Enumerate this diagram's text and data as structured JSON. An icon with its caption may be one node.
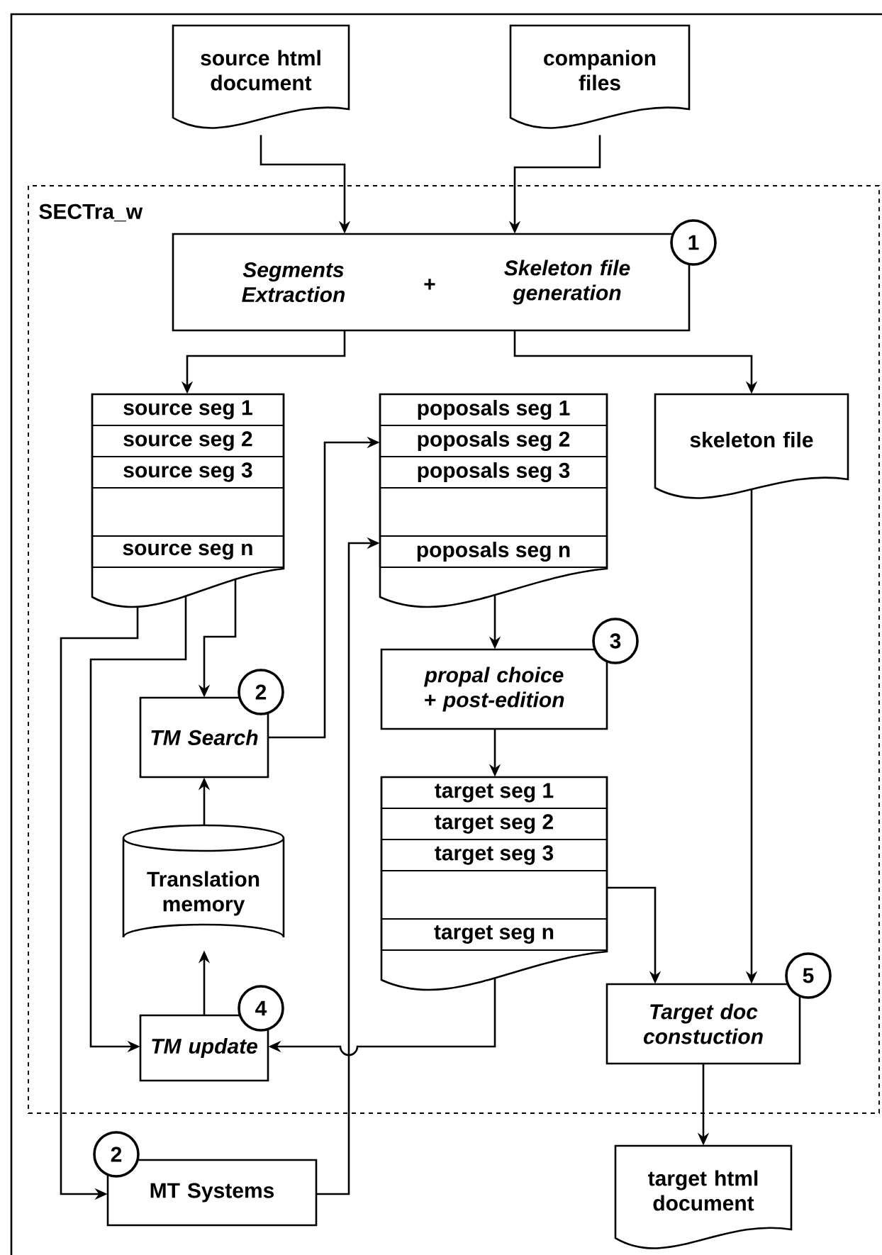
{
  "diagram": {
    "nodes": [
      {
        "text": [
          "source html document"
        ]
      },
      {
        "text": [
          "companion files"
        ]
      },
      {
        "text": [
          "SECTra_w"
        ]
      },
      {
        "text": [
          "Segments Extraction",
          "+",
          "Skeleton file generation"
        ],
        "beside": [
          "1"
        ],
        "in": 2
      },
      {
        "text": [
          "source seg 1",
          "source seg 2",
          "source seg 3",
          "source seg n"
        ],
        "in": 2
      },
      {
        "text": [
          "poposals seg 1",
          "poposals seg 2",
          "poposals seg 3",
          "poposals seg n"
        ],
        "in": 2
      },
      {
        "text": [
          "skeleton file"
        ],
        "in": 2
      },
      {
        "text": [
          "TM Search"
        ],
        "beside": [
          "2"
        ],
        "in": 2
      },
      {
        "text": [
          "Translation memory"
        ],
        "in": 2
      },
      {
        "text": [
          "propal choice + post-edition"
        ],
        "beside": [
          "3"
        ],
        "in": 2
      },
      {
        "text": [
          "target seg 1",
          "target seg 2",
          "target seg 3",
          "target seg n"
        ],
        "in": 2
      },
      {
        "text": [
          "TM update"
        ],
        "beside": [
          "4"
        ],
        "in": 2
      },
      {
        "text": [
          "Target doc constuction"
        ],
        "beside": [
          "5"
        ],
        "in": 2
      },
      {
        "text": [
          "MT Systems"
        ],
        "beside": [
          "2"
        ]
      },
      {
        "text": [
          "target html document"
        ]
      }
    ],
    "edges": [
      {
        "from": 0,
        "to": 3,
        "arrow": "to"
      },
      {
        "from": 1,
        "to": 3,
        "arrow": "to"
      },
      {
        "from": 3,
        "to": 4,
        "arrow": "to"
      },
      {
        "from": 3,
        "to": 6,
        "arrow": "to"
      },
      {
        "from": 4,
        "to": 7,
        "arrow": "to"
      },
      {
        "from": 4,
        "to": 11,
        "arrow": "to"
      },
      {
        "from": 4,
        "to": 13,
        "arrow": "to"
      },
      {
        "from": 7,
        "to": 5,
        "arrow": "to"
      },
      {
        "from": 13,
        "to": 5,
        "arrow": "to"
      },
      {
        "from": 8,
        "to": 7,
        "arrow": "to"
      },
      {
        "from": 11,
        "to": 8,
        "arrow": "to"
      },
      {
        "from": 5,
        "to": 9,
        "arrow": "to"
      },
      {
        "from": 9,
        "to": 10,
        "arrow": "to"
      },
      {
        "from": 10,
        "to": 12,
        "arrow": "to"
      },
      {
        "from": 6,
        "to": 12,
        "arrow": "to"
      },
      {
        "from": 10,
        "to": 11,
        "arrow": "to"
      },
      {
        "from": 12,
        "to": 14,
        "arrow": "to"
      }
    ]
  }
}
